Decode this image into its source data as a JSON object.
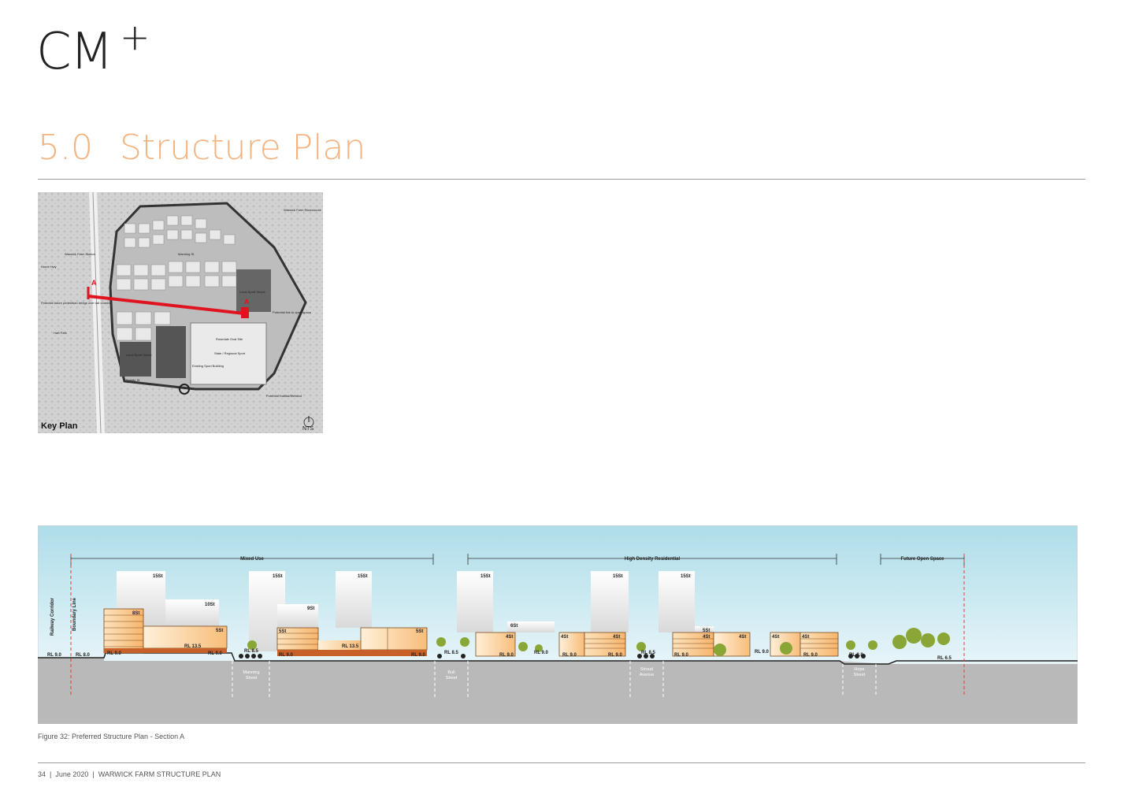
{
  "logo": {
    "text": "CM",
    "plus": "+"
  },
  "heading": {
    "number": "5.0",
    "title": "Structure Plan"
  },
  "key_plan": {
    "label": "Key Plan",
    "north": "NTS",
    "marker_left": "A",
    "marker_right": "A",
    "labels": [
      "Warwick Farm Station",
      "Warwick Farm Racecourse",
      "Local Sport Venue",
      "Rosedale Oval Site",
      "State / Regional Sport",
      "Existing Sport Building",
      "Local Sport Venue",
      "Hart Park",
      "Manning St",
      "Hume Hwy",
      "Priddle St",
      "Potential future pedestrian bridge over rail corridor",
      "Potential link to open space",
      "Potential Habitat/Wetland"
    ]
  },
  "section": {
    "zones": {
      "mixed_use": "Mixed Use",
      "high_density": "High Density Residential",
      "open_space": "Future Open Space"
    },
    "vertical_labels": {
      "railway": "Railway Corridor",
      "boundary": "Boundary Line"
    },
    "storeys": {
      "s15a": "15St",
      "s10": "10St",
      "s8": "8St",
      "s5a": "5St",
      "s15b": "15St",
      "s9": "9St",
      "s5b": "5St",
      "s15c": "15St",
      "s5c": "5St",
      "s15d": "15St",
      "s6": "6St",
      "s4a": "4St",
      "s4b": "4St",
      "s15e": "15St",
      "s4c": "4St",
      "s15f": "15St",
      "s5d": "5St",
      "s4d": "4St",
      "s4e": "4St",
      "s4f": "4St",
      "s4g": "4St"
    },
    "levels": {
      "rl90a": "RL 9.0",
      "rl80a": "RL 8.0",
      "rl90b": "RL 9.0",
      "rl135a": "RL 13.5",
      "rl90c": "RL 9.0",
      "rl85a": "RL 8.5",
      "rl90d": "RL 9.0",
      "rl135b": "RL 13.5",
      "rl90e": "RL 9.0",
      "rl85b": "RL 8.5",
      "rl90f": "RL 9.0",
      "rl90g": "RL 9.0",
      "rl90h": "RL 9.0",
      "rl90i": "RL 9.0",
      "rl85c": "RL 8.5",
      "rl90j": "RL 9.0",
      "rl90k": "RL 9.0",
      "rl90l": "RL 9.0",
      "rl80b": "RL 8.0",
      "rl65": "RL 6.5"
    },
    "streets": {
      "manning1": "Manning",
      "manning2": "Street",
      "bull1": "Bull",
      "bull2": "Street",
      "stroud1": "Stroud",
      "stroud2": "Avenue",
      "hope1": "Hope",
      "hope2": "Street"
    },
    "colors": {
      "sky": "#bfe4ee",
      "ground": "#b7b7b7",
      "podium_light": "#fbd6a8",
      "podium_dark": "#c8602a",
      "tower": "#eeeeee",
      "tree": "#8aa636"
    }
  },
  "caption": "Figure 32: Preferred Structure Plan - Section A",
  "footer": {
    "page": "34",
    "date": "June 2020",
    "doc": "WARWICK FARM STRUCTURE PLAN"
  }
}
